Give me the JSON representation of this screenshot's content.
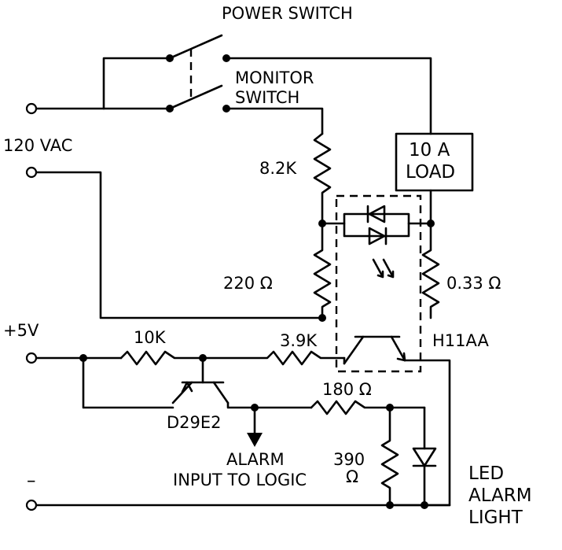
{
  "labels": {
    "power_switch": "POWER SWITCH",
    "monitor_switch_line1": "MONITOR",
    "monitor_switch_line2": "SWITCH",
    "supply_120vac": "120 VAC",
    "load_line1": "10 A",
    "load_line2": "LOAD",
    "r_8k2": "8.2K",
    "r_220": "220 Ω",
    "r_033": "0.33 Ω",
    "supply_5v": "+5V",
    "r_10k": "10K",
    "r_3k9": "3.9K",
    "optocoupler": "H11AA",
    "transistor": "D29E2",
    "r_180": "180 Ω",
    "alarm_line1": "ALARM",
    "alarm_line2": "INPUT TO LOGIC",
    "r_390_value": "390",
    "r_390_unit": "Ω",
    "ground": "–",
    "led_line1": "LED",
    "led_line2": "ALARM",
    "led_line3": "LIGHT"
  }
}
